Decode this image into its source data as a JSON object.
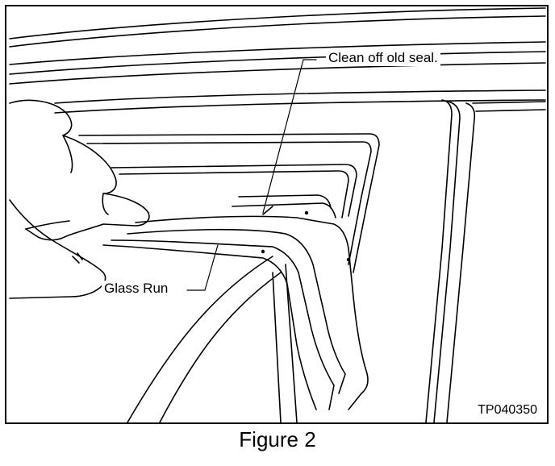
{
  "figure": {
    "callouts": {
      "clean_seal": "Clean off old seal.",
      "glass_run": "Glass Run"
    },
    "code": "TP040350",
    "caption": "Figure 2"
  }
}
